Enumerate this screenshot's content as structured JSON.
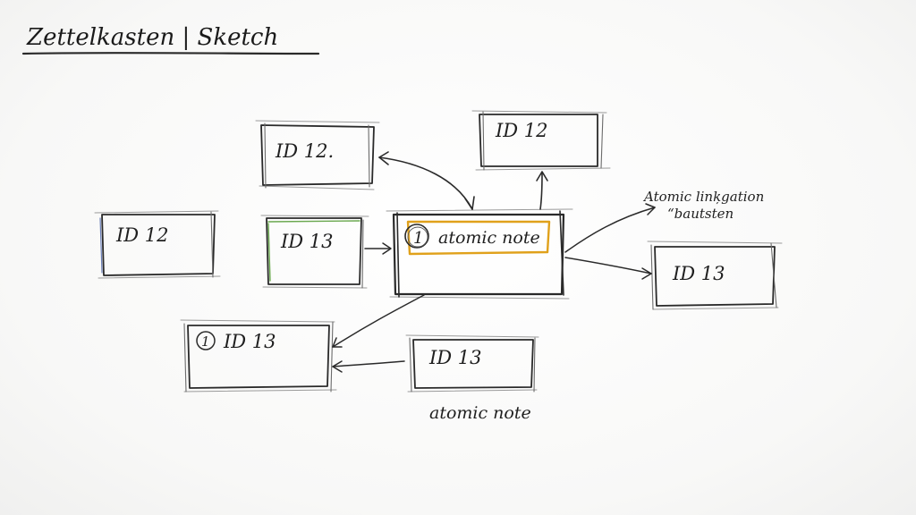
{
  "title": "Zettelkasten | Sketch",
  "colors": {
    "ink": "#2a2a2a",
    "highlight": "#e0a11b",
    "green_edge": "#6aa84f",
    "blue_edge": "#6b7fb8"
  },
  "nodes": {
    "top_left": "ID 12.",
    "top_right": "ID 12",
    "left": "ID 12",
    "mid_left": "ID 13",
    "center": "atomic note",
    "center_marker": "1",
    "bottom_left": "ID 13",
    "bottom_left_marker": "1",
    "bottom_mid": "ID 13",
    "right": "ID 13"
  },
  "annotations": {
    "right_top_line1": "Atomic linķgation",
    "right_top_line2": "“bautsten",
    "bottom_caption": "atomic note"
  }
}
